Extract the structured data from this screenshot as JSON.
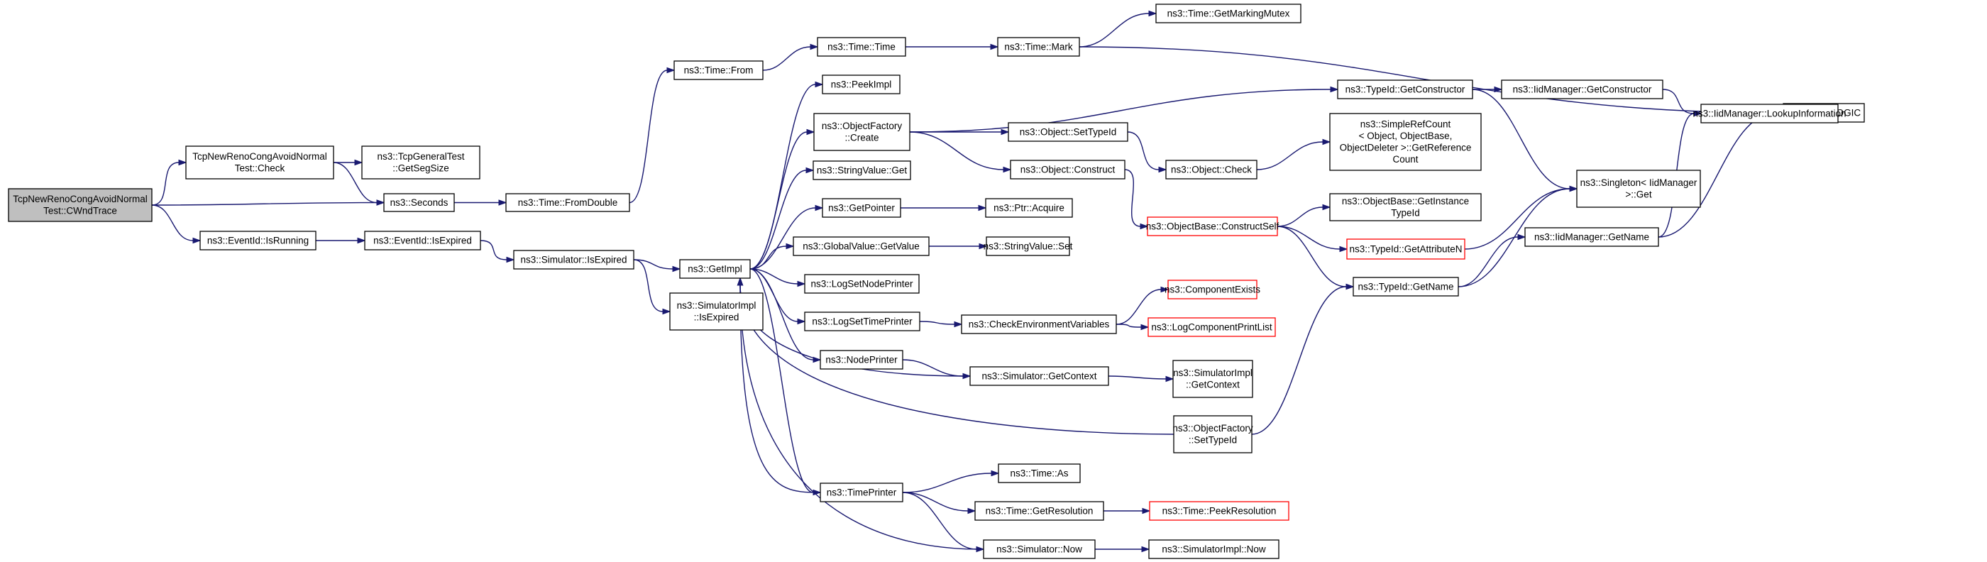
{
  "graph": {
    "nodes": [
      {
        "id": "cwnd",
        "lines": [
          "TcpNewRenoCongAvoidNormal",
          "Test::CWndTrace"
        ],
        "root": true
      },
      {
        "id": "check",
        "lines": [
          "TcpNewRenoCongAvoidNormal",
          "Test::Check"
        ]
      },
      {
        "id": "getsegsize",
        "lines": [
          "ns3::TcpGeneralTest",
          "::GetSegSize"
        ]
      },
      {
        "id": "seconds",
        "lines": [
          "ns3::Seconds"
        ]
      },
      {
        "id": "fromdouble",
        "lines": [
          "ns3::Time::FromDouble"
        ]
      },
      {
        "id": "timefrom",
        "lines": [
          "ns3::Time::From"
        ]
      },
      {
        "id": "timetime",
        "lines": [
          "ns3::Time::Time"
        ]
      },
      {
        "id": "timemark",
        "lines": [
          "ns3::Time::Mark"
        ]
      },
      {
        "id": "getmarkingmutex",
        "lines": [
          "ns3::Time::GetMarkingMutex"
        ]
      },
      {
        "id": "nslog",
        "lines": [
          "NS_LOG_LOGIC"
        ]
      },
      {
        "id": "isrunning",
        "lines": [
          "ns3::EventId::IsRunning"
        ]
      },
      {
        "id": "isexpired",
        "lines": [
          "ns3::EventId::IsExpired"
        ]
      },
      {
        "id": "simisexpired",
        "lines": [
          "ns3::Simulator::IsExpired"
        ]
      },
      {
        "id": "getimpl",
        "lines": [
          "ns3::GetImpl"
        ]
      },
      {
        "id": "simimplisexpired",
        "lines": [
          "ns3::SimulatorImpl",
          "::IsExpired"
        ]
      },
      {
        "id": "peekimpl",
        "lines": [
          "ns3::PeekImpl"
        ]
      },
      {
        "id": "ofcreate",
        "lines": [
          "ns3::ObjectFactory",
          "::Create"
        ]
      },
      {
        "id": "stringvalueget",
        "lines": [
          "ns3::StringValue::Get"
        ]
      },
      {
        "id": "getpointer",
        "lines": [
          "ns3::GetPointer"
        ]
      },
      {
        "id": "globalvalueget",
        "lines": [
          "ns3::GlobalValue::GetValue"
        ]
      },
      {
        "id": "logsetnodeprinter",
        "lines": [
          "ns3::LogSetNodePrinter"
        ]
      },
      {
        "id": "logsettimeprinter",
        "lines": [
          "ns3::LogSetTimePrinter"
        ]
      },
      {
        "id": "nodeprinter",
        "lines": [
          "ns3::NodePrinter"
        ]
      },
      {
        "id": "timeprinter",
        "lines": [
          "ns3::TimePrinter"
        ]
      },
      {
        "id": "objsettypeid",
        "lines": [
          "ns3::Object::SetTypeId"
        ]
      },
      {
        "id": "objconstruct",
        "lines": [
          "ns3::Object::Construct"
        ]
      },
      {
        "id": "ptracquire",
        "lines": [
          "ns3::Ptr::Acquire"
        ]
      },
      {
        "id": "stringvalueset",
        "lines": [
          "ns3::StringValue::Set"
        ]
      },
      {
        "id": "checkenv",
        "lines": [
          "ns3::CheckEnvironmentVariables"
        ]
      },
      {
        "id": "simgetcontext",
        "lines": [
          "ns3::Simulator::GetContext"
        ]
      },
      {
        "id": "timeas",
        "lines": [
          "ns3::Time::As"
        ]
      },
      {
        "id": "timegetres",
        "lines": [
          "ns3::Time::GetResolution"
        ]
      },
      {
        "id": "simnow",
        "lines": [
          "ns3::Simulator::Now"
        ]
      },
      {
        "id": "typeidgetctor",
        "lines": [
          "ns3::TypeId::GetConstructor"
        ]
      },
      {
        "id": "objcheck",
        "lines": [
          "ns3::Object::Check"
        ]
      },
      {
        "id": "constructself",
        "lines": [
          "ns3::ObjectBase::ConstructSelf"
        ],
        "truncated": true
      },
      {
        "id": "componentexists",
        "lines": [
          "ns3::ComponentExists"
        ],
        "truncated": true
      },
      {
        "id": "logcomponentprintlist",
        "lines": [
          "ns3::LogComponentPrintList"
        ],
        "truncated": true
      },
      {
        "id": "simimplgetcontext",
        "lines": [
          "ns3::SimulatorImpl",
          "::GetContext"
        ]
      },
      {
        "id": "ofsettypeid",
        "lines": [
          "ns3::ObjectFactory",
          "::SetTypeId"
        ]
      },
      {
        "id": "peekresolution",
        "lines": [
          "ns3::Time::PeekResolution"
        ],
        "truncated": true
      },
      {
        "id": "simimplnow",
        "lines": [
          "ns3::SimulatorImpl::Now"
        ]
      },
      {
        "id": "iidgetctor",
        "lines": [
          "ns3::IidManager::GetConstructor"
        ]
      },
      {
        "id": "simplerefcount",
        "lines": [
          "ns3::SimpleRefCount",
          "< Object, ObjectBase,",
          "ObjectDeleter >::GetReference",
          "Count"
        ]
      },
      {
        "id": "getinstancetypeid",
        "lines": [
          "ns3::ObjectBase::GetInstance",
          "TypeId"
        ]
      },
      {
        "id": "getattributen",
        "lines": [
          "ns3::TypeId::GetAttributeN"
        ],
        "truncated": true
      },
      {
        "id": "typeidgetname",
        "lines": [
          "ns3::TypeId::GetName"
        ]
      },
      {
        "id": "singletonget",
        "lines": [
          "ns3::Singleton< IidManager",
          ">::Get"
        ]
      },
      {
        "id": "iidgetname",
        "lines": [
          "ns3::IidManager::GetName"
        ]
      },
      {
        "id": "lookupinfo",
        "lines": [
          "ns3::IidManager::LookupInformation"
        ]
      }
    ],
    "edges": [
      [
        "cwnd",
        "check"
      ],
      [
        "cwnd",
        "seconds"
      ],
      [
        "cwnd",
        "isrunning"
      ],
      [
        "check",
        "getsegsize"
      ],
      [
        "check",
        "seconds"
      ],
      [
        "seconds",
        "fromdouble"
      ],
      [
        "fromdouble",
        "timefrom"
      ],
      [
        "timefrom",
        "timetime"
      ],
      [
        "timetime",
        "timemark"
      ],
      [
        "timemark",
        "getmarkingmutex"
      ],
      [
        "timemark",
        "nslog"
      ],
      [
        "isrunning",
        "isexpired"
      ],
      [
        "isexpired",
        "simisexpired"
      ],
      [
        "simisexpired",
        "getimpl"
      ],
      [
        "simisexpired",
        "simimplisexpired"
      ],
      [
        "getimpl",
        "peekimpl"
      ],
      [
        "getimpl",
        "ofcreate"
      ],
      [
        "getimpl",
        "stringvalueget"
      ],
      [
        "getimpl",
        "getpointer"
      ],
      [
        "getimpl",
        "globalvalueget"
      ],
      [
        "getimpl",
        "logsetnodeprinter"
      ],
      [
        "getimpl",
        "logsettimeprinter"
      ],
      [
        "getimpl",
        "nodeprinter"
      ],
      [
        "getimpl",
        "timeprinter"
      ],
      [
        "ofcreate",
        "typeidgetctor"
      ],
      [
        "ofcreate",
        "objsettypeid"
      ],
      [
        "ofcreate",
        "objconstruct"
      ],
      [
        "getpointer",
        "ptracquire"
      ],
      [
        "globalvalueget",
        "stringvalueset"
      ],
      [
        "logsettimeprinter",
        "checkenv"
      ],
      [
        "nodeprinter",
        "simgetcontext"
      ],
      [
        "timeprinter",
        "timeas"
      ],
      [
        "timeprinter",
        "timegetres"
      ],
      [
        "timeprinter",
        "simnow"
      ],
      [
        "objsettypeid",
        "objcheck"
      ],
      [
        "objcheck",
        "simplerefcount"
      ],
      [
        "objconstruct",
        "constructself"
      ],
      [
        "checkenv",
        "componentexists"
      ],
      [
        "checkenv",
        "logcomponentprintlist"
      ],
      [
        "simgetcontext",
        "simimplgetcontext"
      ],
      [
        "timegetres",
        "peekresolution"
      ],
      [
        "simnow",
        "simimplnow"
      ],
      [
        "constructself",
        "getinstancetypeid"
      ],
      [
        "constructself",
        "getattributen"
      ],
      [
        "constructself",
        "typeidgetname"
      ],
      [
        "typeidgetctor",
        "iidgetctor"
      ],
      [
        "typeidgetctor",
        "singletonget"
      ],
      [
        "iidgetctor",
        "lookupinfo"
      ],
      [
        "lookupinfo",
        "nslog"
      ],
      [
        "getattributen",
        "singletonget"
      ],
      [
        "typeidgetname",
        "singletonget"
      ],
      [
        "typeidgetname",
        "iidgetname"
      ],
      [
        "iidgetname",
        "lookupinfo"
      ],
      [
        "iidgetname",
        "nslog"
      ],
      [
        "ofsettypeid",
        "typeidgetname"
      ],
      [
        "simgetcontext",
        "getimpl"
      ],
      [
        "ofsettypeid",
        "getimpl"
      ],
      [
        "timeprinter",
        "getimpl"
      ],
      [
        "simnow",
        "getimpl"
      ]
    ]
  }
}
